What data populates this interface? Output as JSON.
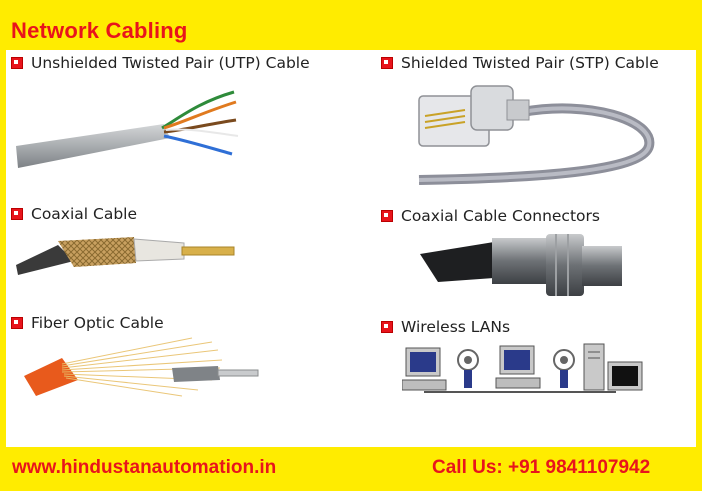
{
  "title": "Network Cabling",
  "items": [
    {
      "label": "Unshielded Twisted Pair (UTP) Cable",
      "icon": "utp-cable-icon"
    },
    {
      "label": "Shielded Twisted Pair (STP) Cable",
      "icon": "stp-cable-icon"
    },
    {
      "label": "Coaxial Cable",
      "icon": "coaxial-cable-icon"
    },
    {
      "label": "Coaxial Cable Connectors",
      "icon": "coaxial-connector-icon"
    },
    {
      "label": "Fiber Optic Cable",
      "icon": "fiber-optic-cable-icon"
    },
    {
      "label": "Wireless LANs",
      "icon": "wireless-lan-icon"
    }
  ],
  "footer": {
    "url": "www.hindustanautomation.in",
    "call": "Call Us: +91 9841107942"
  },
  "colors": {
    "accent_yellow": "#ffec00",
    "accent_red": "#e8141c"
  }
}
